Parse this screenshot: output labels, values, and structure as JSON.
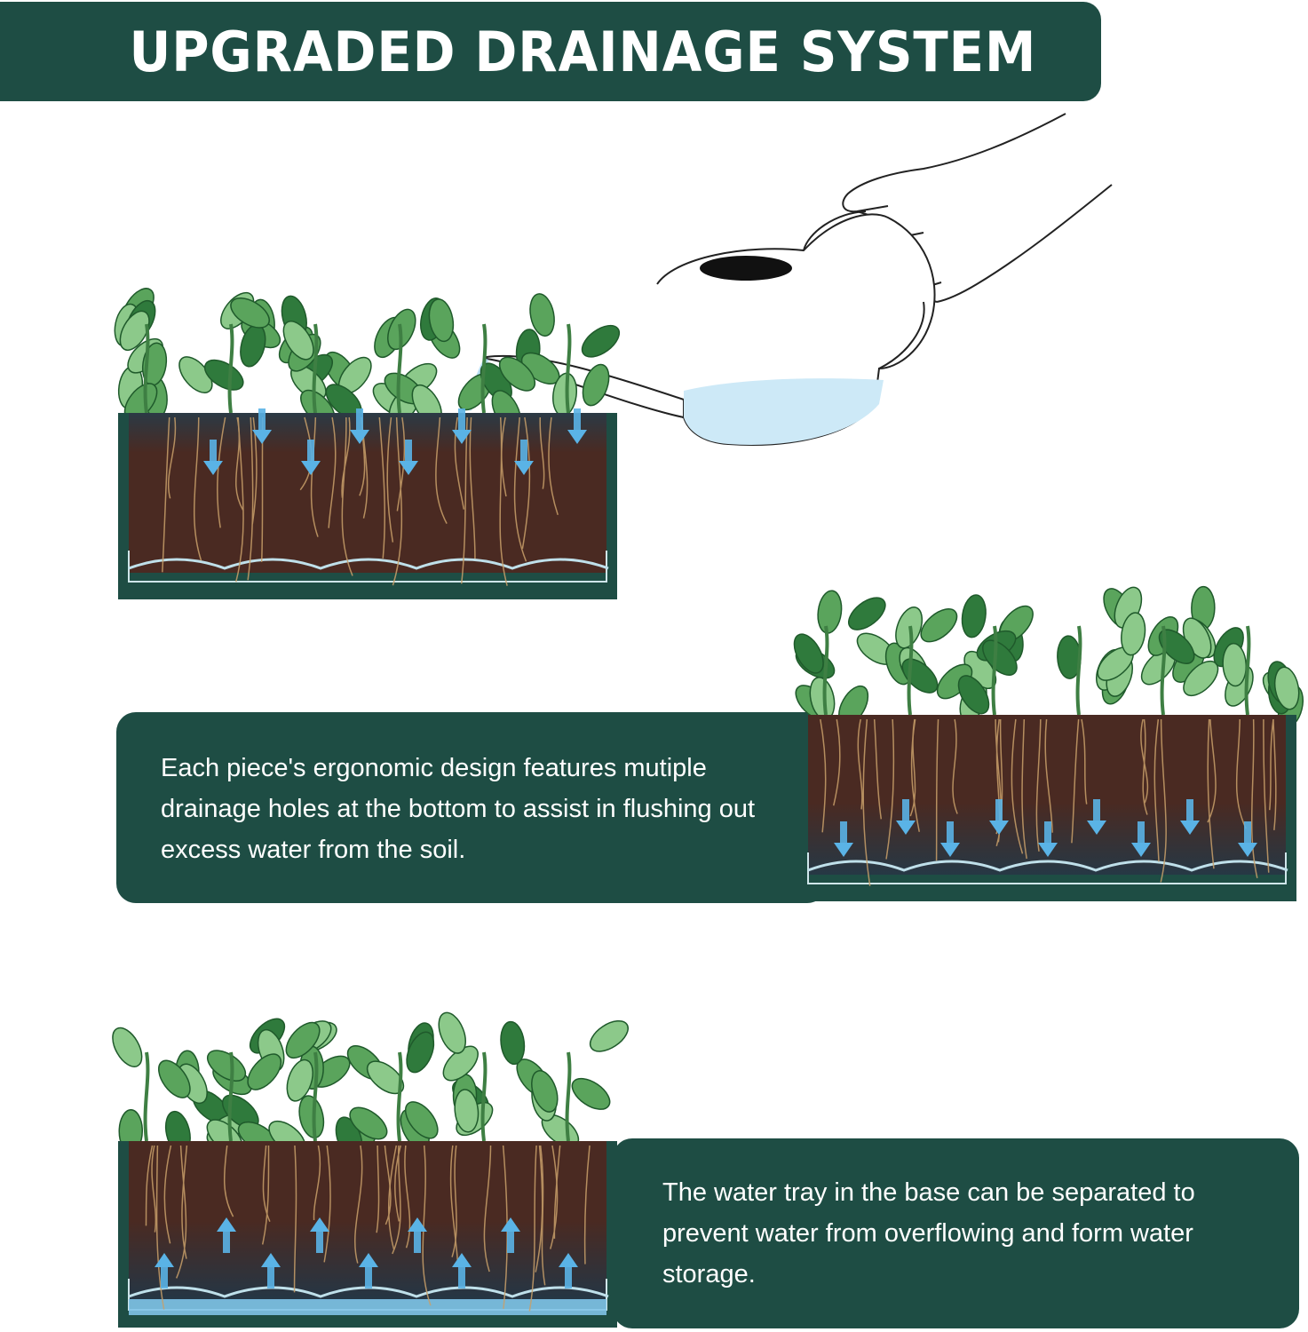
{
  "header": {
    "title": "UPGRADED DRAINAGE SYSTEM"
  },
  "step_2": {
    "text": "Each piece's ergonomic design features mutiple drainage holes at the bottom to assist in flushing out excess water from the soil."
  },
  "step_3": {
    "text": "The water tray in the base can be separated to prevent water from overflowing and form water storage."
  },
  "colors": {
    "brand_green": "#1e4d44",
    "soil": "#4a2a22",
    "leaf": "#5aa45c",
    "water": "#5ab3e6",
    "roots": "#c9a06a"
  },
  "icons": [
    "watering-can-icon",
    "hand-icon",
    "down-arrow-icon",
    "up-arrow-icon"
  ]
}
